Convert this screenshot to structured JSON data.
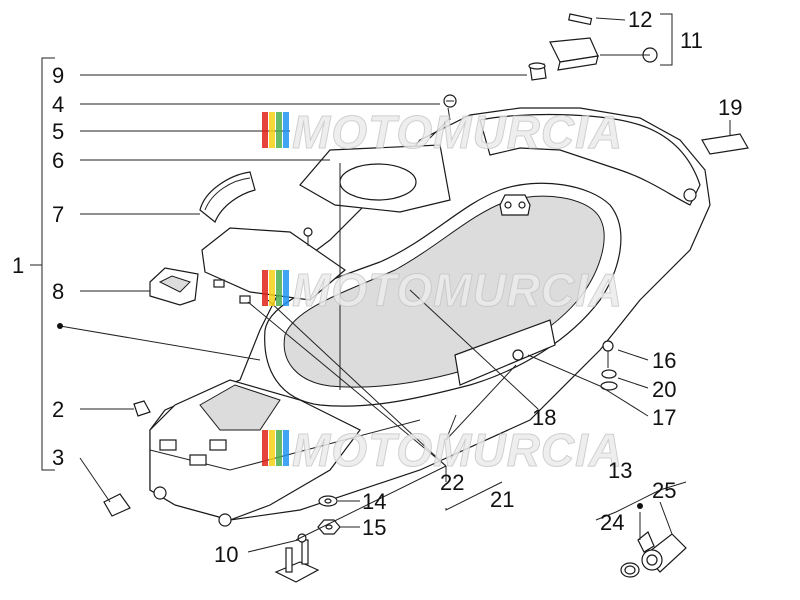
{
  "watermark": {
    "brand": "MOTOMURCIA",
    "colors": [
      "#e2231a",
      "#f7d117",
      "#4caf50",
      "#2196f3"
    ]
  },
  "callouts": {
    "n1": "1",
    "n2": "2",
    "n3": "3",
    "n4": "4",
    "n5": "5",
    "n6": "6",
    "n7": "7",
    "n8": "8",
    "n9": "9",
    "n10": "10",
    "n11": "11",
    "n12": "12",
    "n13": "13",
    "n14": "14",
    "n15": "15",
    "n16": "16",
    "n17": "17",
    "n18": "18",
    "n19": "19",
    "n20": "20",
    "n21": "21",
    "n22": "22",
    "n24": "24",
    "n25": "25"
  }
}
